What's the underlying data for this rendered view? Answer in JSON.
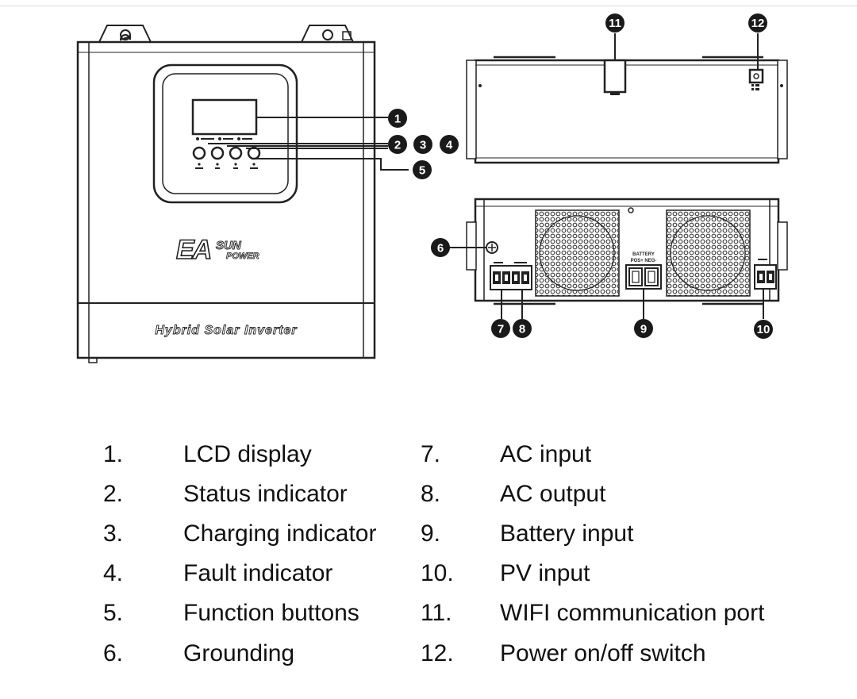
{
  "front_panel": {
    "brand_letters": "EA",
    "brand_sun": "SUN",
    "brand_power": "POWER",
    "product_label": "Hybrid Solar Inverter"
  },
  "callouts": [
    "1",
    "2",
    "3",
    "4",
    "5",
    "6",
    "7",
    "8",
    "9",
    "10",
    "11",
    "12"
  ],
  "bottom_panel": {
    "battery_label": "BATTERY",
    "battery_terminals": "POS+  NEG-"
  },
  "legend": [
    {
      "num": "1.",
      "label": "LCD display"
    },
    {
      "num": "2.",
      "label": "Status indicator"
    },
    {
      "num": "3.",
      "label": "Charging indicator"
    },
    {
      "num": "4.",
      "label": "Fault indicator"
    },
    {
      "num": "5.",
      "label": "Function buttons"
    },
    {
      "num": "6.",
      "label": "Grounding"
    },
    {
      "num": "7.",
      "label": "AC input"
    },
    {
      "num": "8.",
      "label": "AC output"
    },
    {
      "num": "9.",
      "label": "Battery input"
    },
    {
      "num": "10.",
      "label": "PV input"
    },
    {
      "num": "11.",
      "label": "WIFI communication port"
    },
    {
      "num": "12.",
      "label": "Power on/off switch"
    }
  ]
}
